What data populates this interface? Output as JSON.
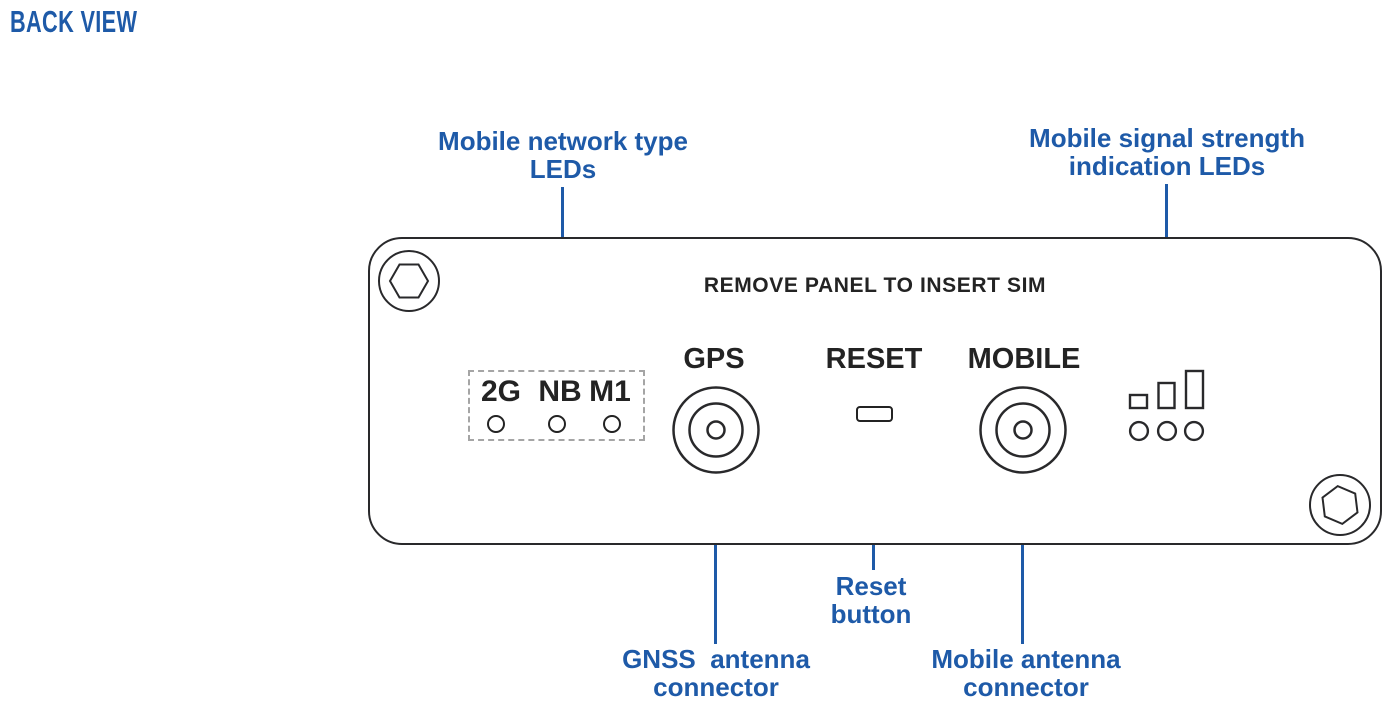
{
  "title": "BACK VIEW",
  "panel": {
    "sim_notice": "REMOVE PANEL TO INSERT SIM",
    "led_labels": [
      "2G",
      "NB",
      "M1"
    ],
    "gps_label": "GPS",
    "reset_label": "RESET",
    "mobile_label": "MOBILE"
  },
  "callouts": {
    "network_type": {
      "line1": "Mobile network type",
      "line2": "LEDs"
    },
    "signal_strength": {
      "line1": "Mobile signal strength",
      "line2": "indication LEDs"
    },
    "reset": {
      "line1": "Reset",
      "line2": "button"
    },
    "gnss": {
      "line1": "GNSS  antenna",
      "line2": "connector"
    },
    "mobile": {
      "line1": "Mobile antenna",
      "line2": "connector"
    }
  },
  "icons": {
    "hex_screw": "hex-screw-icon",
    "antenna_connector": "coax-antenna-connector-icon",
    "signal_bars": "signal-strength-bars-icon",
    "led": "led-indicator-icon"
  },
  "colors": {
    "accent_blue": "#1e5aa8",
    "outline_dark": "#29292b",
    "dashed_gray": "#a5a5a5"
  }
}
